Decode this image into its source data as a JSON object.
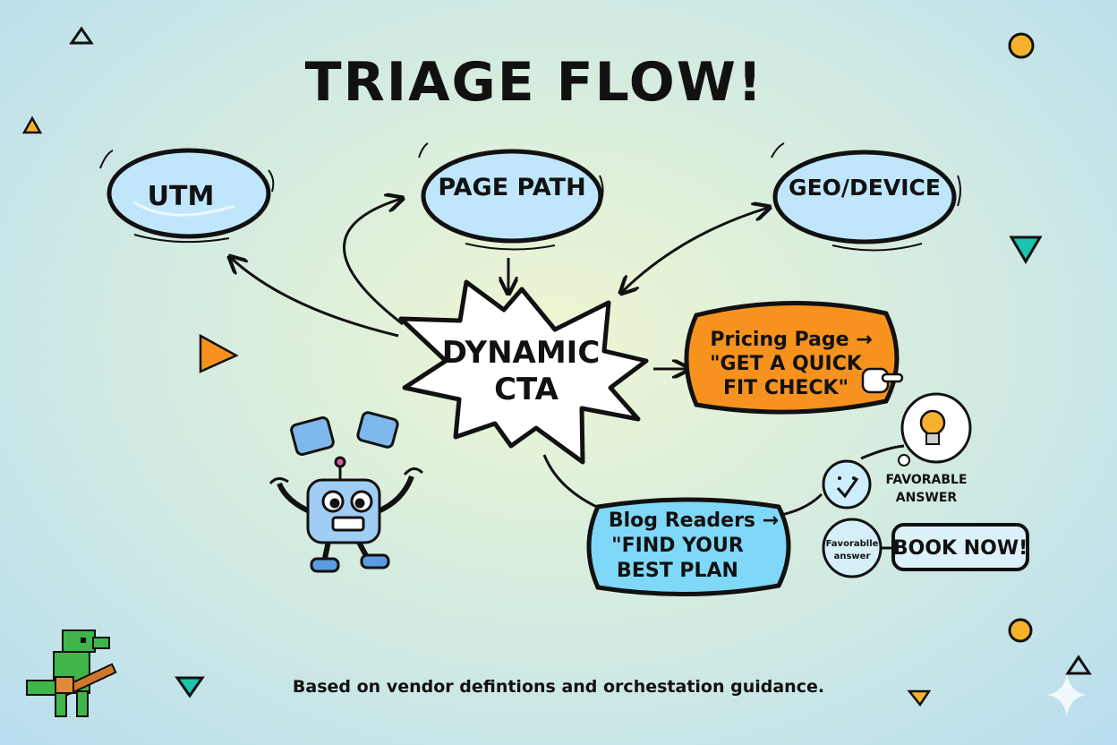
{
  "title": "TRIAGE FLOW!",
  "nodes": {
    "utm": "UTM",
    "page_path": "PAGE PATH",
    "geo_device": "GEO/DEVICE",
    "center": [
      "DYNAMIC",
      "CTA"
    ]
  },
  "outputs": {
    "pricing": [
      "Pricing Page →",
      "\"GET A QUICK",
      "FIT CHECK\""
    ],
    "blog": [
      "Blog Readers →",
      "\"FIND YOUR",
      "BEST PLAN"
    ]
  },
  "side": {
    "favorable_top": [
      "FAVORABLE",
      "ANSWER"
    ],
    "favorable_small": [
      "Favorablle",
      "answer"
    ],
    "book_now": "BOOK NOW!"
  },
  "footer": "Based on vendor defintions and orchestation guidance.",
  "colors": {
    "blue_node": "#bfe6fb",
    "orange_box": "#f7921e",
    "cyan_box": "#7fd8f7",
    "teal_accent": "#1cc4b0",
    "yellow_accent": "#f6b22c"
  }
}
